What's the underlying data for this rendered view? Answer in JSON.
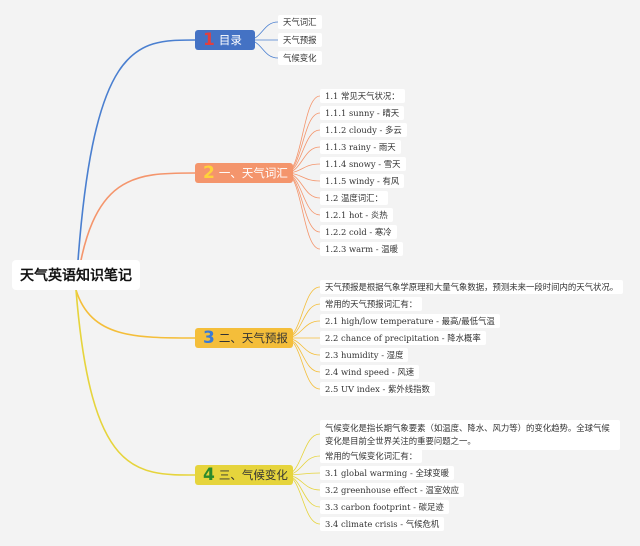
{
  "root": {
    "title": "天气英语知识笔记"
  },
  "branches": [
    {
      "num": "1",
      "label": "目录",
      "items": [
        "天气词汇",
        "天气预报",
        "气候变化"
      ]
    },
    {
      "num": "2",
      "label": "一、天气词汇",
      "items": [
        "1.1 常见天气状况：",
        "1.1.1 sunny - 晴天",
        "1.1.2 cloudy - 多云",
        "1.1.3 rainy - 雨天",
        "1.1.4 snowy - 雪天",
        "1.1.5 windy - 有风",
        "1.2 温度词汇：",
        "1.2.1 hot - 炎热",
        "1.2.2 cold - 寒冷",
        "1.2.3 warm - 温暖"
      ]
    },
    {
      "num": "3",
      "label": "二、天气预报",
      "items": [
        "天气预报是根据气象学原理和大量气象数据，预测未来一段时间内的天气状况。",
        "常用的天气预报词汇有：",
        "2.1 high/low temperature - 最高/最低气温",
        "2.2 chance of precipitation - 降水概率",
        "2.3 humidity - 湿度",
        "2.4 wind speed - 风速",
        "2.5 UV index - 紫外线指数"
      ]
    },
    {
      "num": "4",
      "label": "三、气候变化",
      "items": [
        "气候变化是指长期气象要素（如温度、降水、风力等）的变化趋势。全球气候变化是目前全世界关注的重要问题之一。",
        "常用的气候变化词汇有：",
        "3.1 global warming - 全球变暖",
        "3.2 greenhouse effect - 温室效应",
        "3.3 carbon footprint - 碳足迹",
        "3.4 climate crisis - 气候危机"
      ]
    }
  ],
  "colors": {
    "branch1": "#4472c4",
    "branch2": "#f4956c",
    "branch3": "#f4be3a",
    "branch4": "#e6d43c",
    "link1": "#4a7fd0",
    "link2": "#f4956c",
    "link3": "#f4be3a",
    "link4": "#e6d43c"
  }
}
